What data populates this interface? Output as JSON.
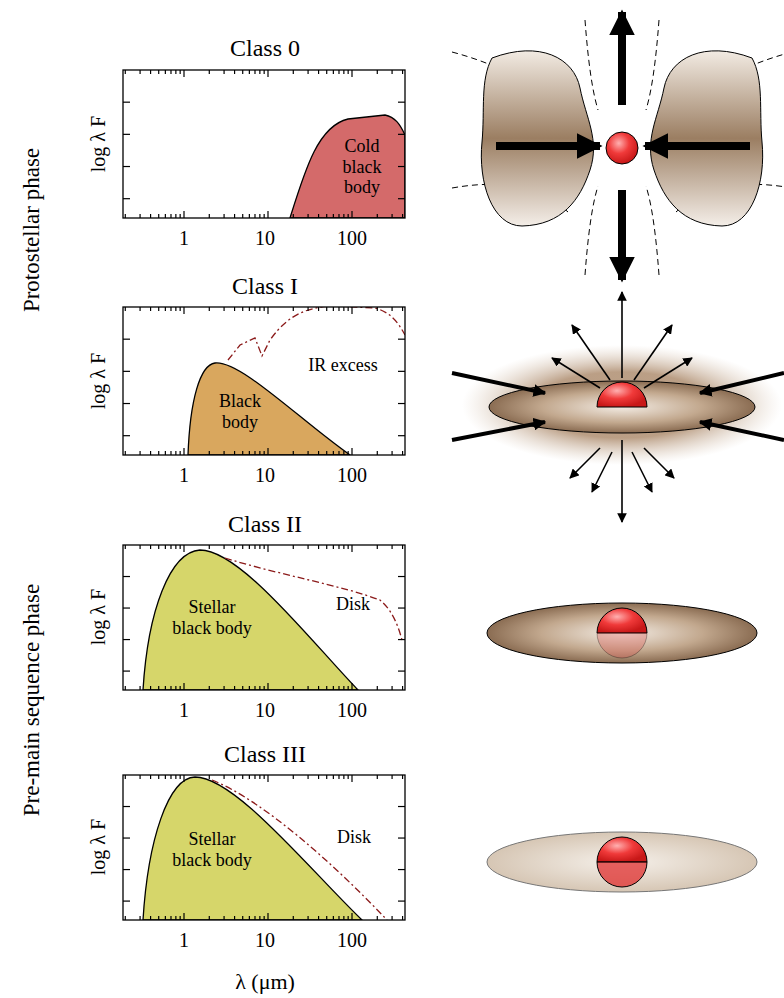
{
  "diagram": {
    "nodes": [
      {
        "text": [
          "Cold black body"
        ]
      },
      {
        "text": [
          "Black body"
        ]
      },
      {
        "text": [
          "Stellar black body"
        ]
      },
      {
        "text": [
          "Stellar black body"
        ]
      }
    ],
    "labels": [
      "Protostellar phase",
      "Pre-main sequence phase",
      "Class 0",
      "log λ F",
      "1",
      "10",
      "100",
      "Class I",
      "log λ F",
      "1",
      "10",
      "100",
      "IR excess",
      "Class II",
      "log λ F",
      "1",
      "10",
      "100",
      "Disk",
      "Class III",
      "log λ F",
      "1",
      "10",
      "100",
      "Disk",
      "λ (μm)"
    ]
  }
}
